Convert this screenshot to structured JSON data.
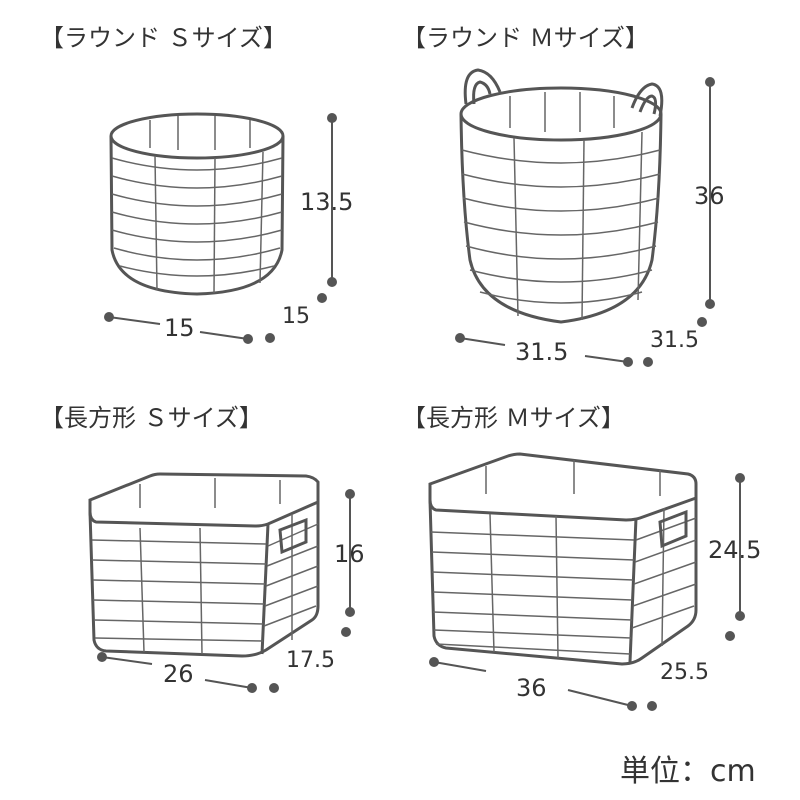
{
  "items": [
    {
      "title": "【ラウンド Ｓサイズ】",
      "height": "13.5",
      "width": "15",
      "depth": "15"
    },
    {
      "title": "【ラウンド Ｍサイズ】",
      "height": "36",
      "width": "31.5",
      "depth": "31.5"
    },
    {
      "title": "【長方形 Ｓサイズ】",
      "height": "16",
      "width": "26",
      "depth": "17.5"
    },
    {
      "title": "【長方形 Ｍサイズ】",
      "height": "24.5",
      "width": "36",
      "depth": "25.5"
    }
  ],
  "unit_label": "単位：cm"
}
